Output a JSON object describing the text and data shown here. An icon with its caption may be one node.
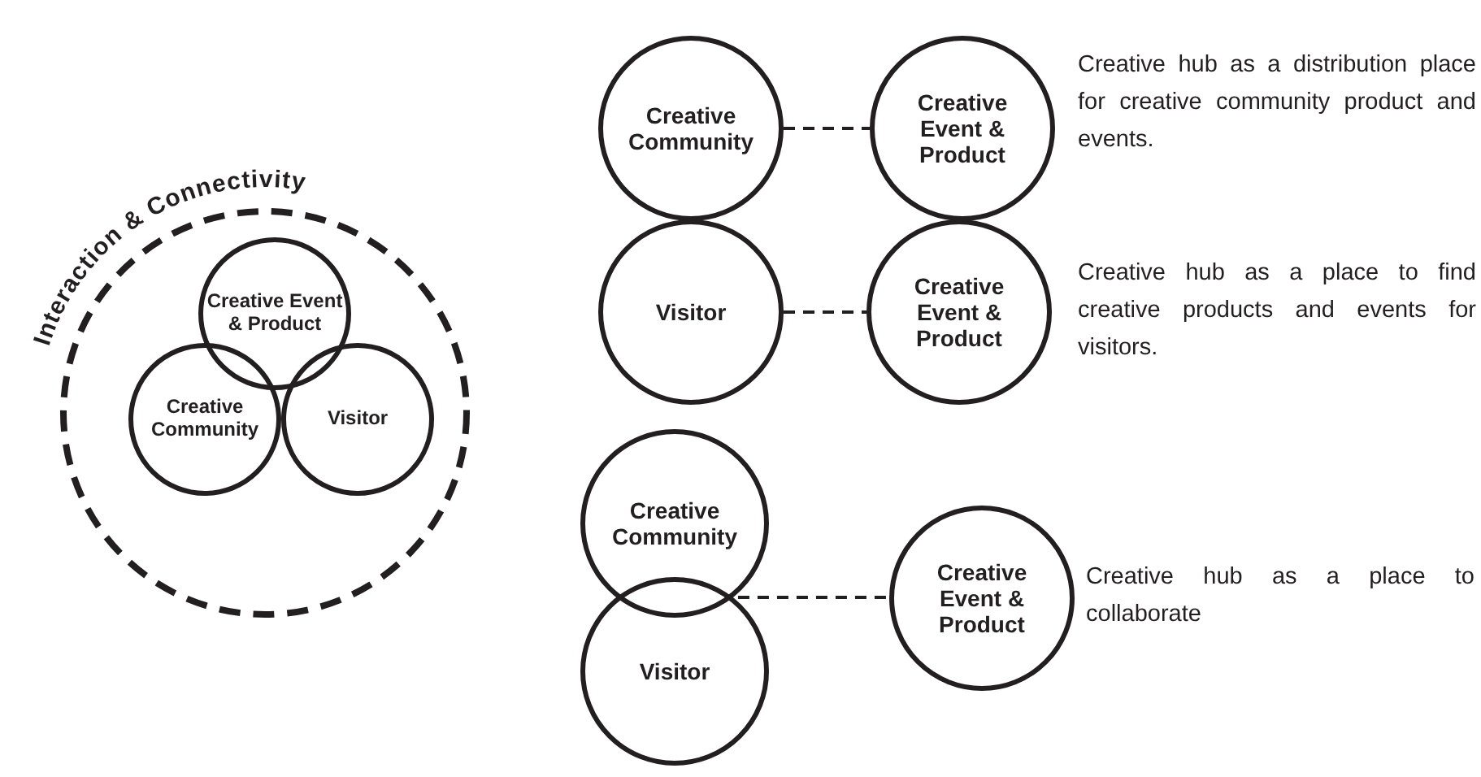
{
  "diagram": {
    "nodes": [
      {
        "text": [
          "Interaction & Connectivity"
        ]
      },
      {
        "text": [
          "Creative Event & Product"
        ],
        "in": 0
      },
      {
        "text": [
          "Creative Community"
        ],
        "in": 0
      },
      {
        "text": [
          "Visitor"
        ],
        "in": 0
      },
      {
        "text": [
          "Creative Community"
        ]
      },
      {
        "text": [
          "Creative Event & Product"
        ],
        "beside": [
          "Creative hub as a distribution place for creative community product and events."
        ]
      },
      {
        "text": [
          "Visitor"
        ]
      },
      {
        "text": [
          "Creative Event & Product"
        ],
        "beside": [
          "Creative hub as a place to find creative products and events for visitors."
        ]
      },
      {
        "text": [
          "Creative Community"
        ]
      },
      {
        "text": [
          "Visitor"
        ]
      },
      {
        "text": [
          "Creative Event & Product"
        ],
        "beside": [
          "Creative hub as a place to collaborate"
        ]
      }
    ],
    "edges": [
      {
        "from": 4,
        "to": 5,
        "arrow": "none",
        "style": "dashed"
      },
      {
        "from": 6,
        "to": 7,
        "arrow": "none",
        "style": "dashed"
      },
      {
        "from": 8,
        "to": 10,
        "arrow": "none",
        "style": "dashed"
      },
      {
        "from": 9,
        "to": 10,
        "arrow": "none",
        "style": "dashed"
      }
    ]
  }
}
